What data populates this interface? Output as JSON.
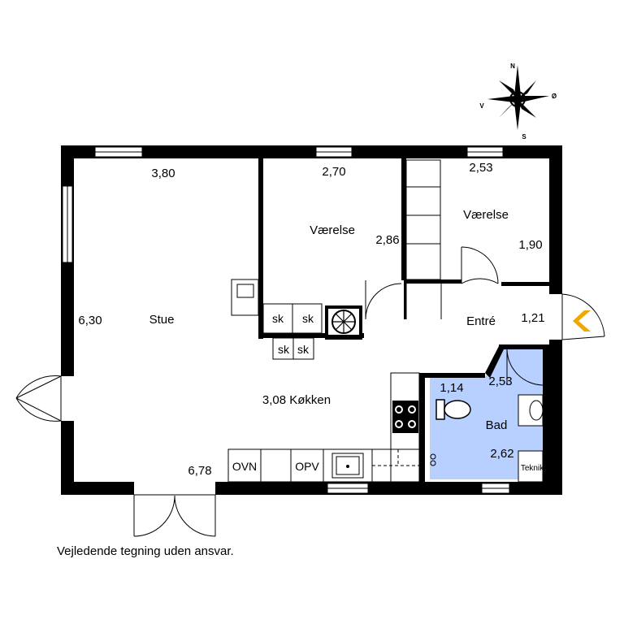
{
  "plan": {
    "rooms": {
      "stue": "Stue",
      "vaerelse_1": "Værelse",
      "vaerelse_2": "Værelse",
      "entre": "Entré",
      "kokken": "3,08 Køkken",
      "bad": "Bad"
    },
    "dimensions": {
      "stue_width": "3,80",
      "stue_depth": "6,30",
      "bottom_width": "6,78",
      "vaerelse_1_width": "2,70",
      "vaerelse_1_depth": "2,86",
      "vaerelse_2_width": "2,53",
      "vaerelse_2_depth": "1,90",
      "entre_width": "1,21",
      "bad_top_left": "1,14",
      "bad_top_right": "2,53",
      "bad_depth": "2,62"
    },
    "fixtures": {
      "sk_1": "sk",
      "sk_2": "sk",
      "sk_3": "sk",
      "sk_4": "sk",
      "ovn": "OVN",
      "opv": "OPV",
      "teknik": "Teknik"
    },
    "compass": {
      "n": "N",
      "s": "S",
      "v": "V",
      "o": "Ø"
    },
    "bath_fill": "#b8d0ff",
    "entrance_arrow_color": "#f0a800"
  },
  "disclaimer": "Vejledende tegning uden ansvar."
}
